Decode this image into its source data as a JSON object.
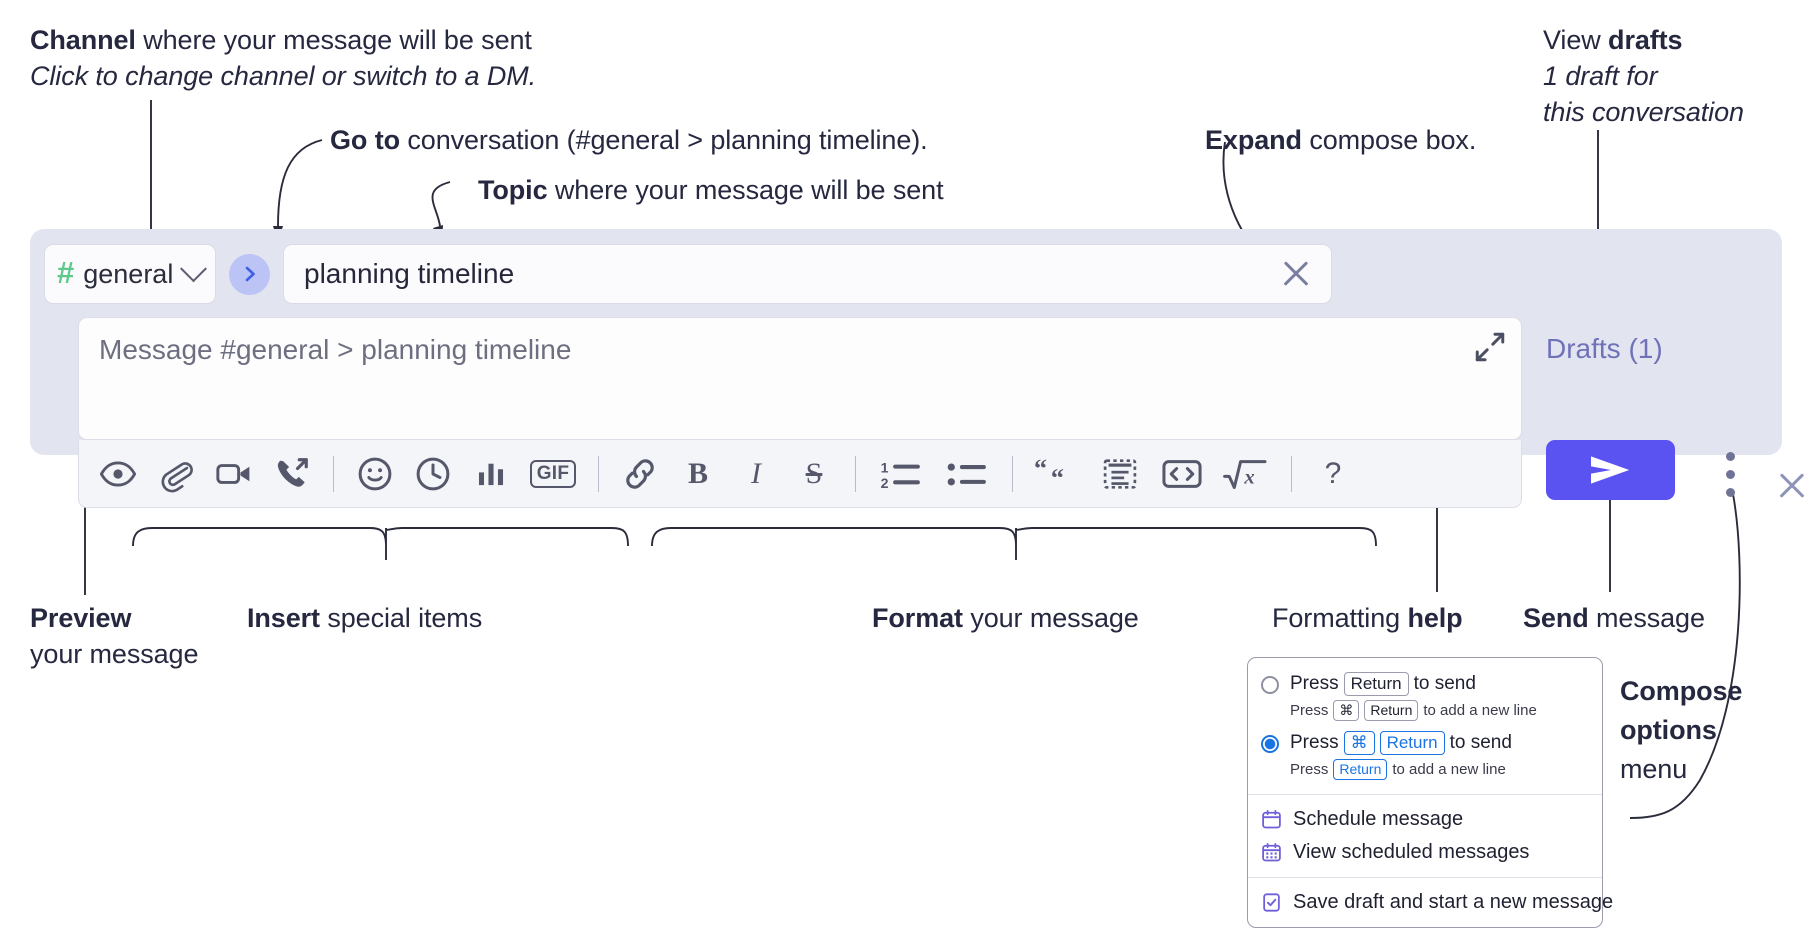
{
  "annotations": {
    "channel": {
      "bold": "Channel",
      "rest": " where your message will be sent",
      "italic": "Click to change channel or switch to a DM."
    },
    "goto": {
      "bold": "Go to",
      "rest": " conversation (#general > planning timeline)."
    },
    "topic": {
      "bold": "Topic",
      "rest": " where your message will be sent"
    },
    "expand": {
      "bold": "Expand",
      "rest": " compose box."
    },
    "drafts": {
      "rest": "View ",
      "bold": "drafts",
      "italic1": "1 draft for",
      "italic2": "this conversation"
    },
    "preview": {
      "bold": "Preview",
      "line2": "your message"
    },
    "insert": {
      "bold": "Insert",
      "rest": " special items"
    },
    "format": {
      "bold": "Format",
      "rest": " your message"
    },
    "help": {
      "rest": "Formatting ",
      "bold": "help"
    },
    "send": {
      "bold": "Send",
      "rest": " message"
    },
    "compose_options": {
      "bold1": "Compose",
      "bold2": "options",
      "rest": "menu"
    }
  },
  "compose": {
    "channel_selector": {
      "icon": "hash-icon",
      "label": "general",
      "chevron": "chevron-down-icon"
    },
    "goto_button": {
      "icon": "chevron-right-icon",
      "label": "Go to conversation"
    },
    "topic_field": {
      "value": "planning timeline",
      "clear_icon": "close-icon"
    },
    "message_input": {
      "placeholder": "Message #general > planning timeline",
      "value": ""
    },
    "expand_icon": "expand-diagonal-icon",
    "close_icon": "close-icon",
    "drafts_label": "Drafts (1)",
    "send_button": {
      "icon": "send-paper-plane-icon",
      "label": "Send"
    },
    "options_button": {
      "icon": "kebab-menu-icon",
      "label": "Compose options"
    },
    "toolbar": [
      {
        "name": "preview-icon",
        "label": "Preview"
      },
      {
        "name": "attachment-icon",
        "label": "Attach file"
      },
      {
        "name": "video-camera-icon",
        "label": "Record video clip"
      },
      {
        "name": "phone-call-icon",
        "label": "Start a call"
      },
      {
        "name": "divider",
        "label": ""
      },
      {
        "name": "emoji-icon",
        "label": "Emoji"
      },
      {
        "name": "clock-icon",
        "label": "Reminder"
      },
      {
        "name": "poll-bar-chart-icon",
        "label": "Poll"
      },
      {
        "name": "gif-icon",
        "label": "GIF"
      },
      {
        "name": "divider",
        "label": ""
      },
      {
        "name": "link-icon",
        "label": "Link"
      },
      {
        "name": "bold-icon",
        "label": "B"
      },
      {
        "name": "italic-icon",
        "label": "I"
      },
      {
        "name": "strikethrough-icon",
        "label": "S"
      },
      {
        "name": "divider",
        "label": ""
      },
      {
        "name": "ordered-list-icon",
        "label": "Ordered list"
      },
      {
        "name": "bulleted-list-icon",
        "label": "Bulleted list"
      },
      {
        "name": "divider",
        "label": ""
      },
      {
        "name": "blockquote-icon",
        "label": "Blockquote"
      },
      {
        "name": "code-block-icon",
        "label": "Code block"
      },
      {
        "name": "inline-code-icon",
        "label": "Code"
      },
      {
        "name": "math-sqrt-icon",
        "label": "Math"
      },
      {
        "name": "divider",
        "label": ""
      },
      {
        "name": "help-question-icon",
        "label": "?"
      }
    ]
  },
  "options_menu": {
    "radio_options": [
      {
        "selected": false,
        "press": "Press",
        "key": "Return",
        "tail": "to send",
        "sub_press": "Press",
        "sub_key1": "⌘",
        "sub_key2": "Return",
        "sub_tail": "to add a new line"
      },
      {
        "selected": true,
        "press": "Press",
        "key1": "⌘",
        "key2": "Return",
        "tail": "to send",
        "sub_press": "Press",
        "sub_key": "Return",
        "sub_tail": "to add a new line"
      }
    ],
    "items": [
      {
        "icon": "calendar-icon",
        "label": "Schedule message"
      },
      {
        "icon": "calendar-grid-icon",
        "label": "View scheduled messages"
      },
      {
        "icon": "draft-check-icon",
        "label": "Save draft and start a new message"
      }
    ]
  },
  "colors": {
    "panel_bg": "#e2e4f0",
    "send_button": "#5b52f2",
    "hash_green": "#5fc98c",
    "goto_blue_bg": "#bcc3f5",
    "drafts_text": "#6f72b8",
    "accent_blue": "#1b74e4",
    "menu_icon_purple": "#6f5fd8"
  }
}
